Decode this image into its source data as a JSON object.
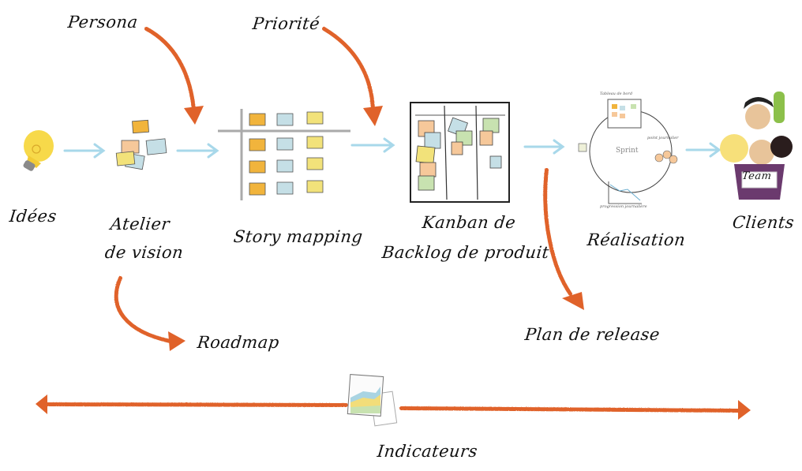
{
  "diagram": {
    "stages": [
      {
        "id": "idees",
        "label": "Idées",
        "icon": "lightbulb-icon"
      },
      {
        "id": "atelier",
        "label_line1": "Atelier",
        "label_line2": "de vision",
        "icon": "sticky-notes-icon"
      },
      {
        "id": "story",
        "label": "Story mapping",
        "icon": "story-map-icon"
      },
      {
        "id": "kanban",
        "label_line1": "Kanban de",
        "label_line2": "Backlog de produit",
        "icon": "kanban-board-icon"
      },
      {
        "id": "realisation",
        "label": "Réalisation",
        "icon": "sprint-cycle-icon"
      },
      {
        "id": "clients",
        "label": "Clients",
        "icon": "team-bucket-icon"
      }
    ],
    "inputs": [
      {
        "label": "Persona",
        "target": "atelier"
      },
      {
        "label": "Priorité",
        "target": "story"
      }
    ],
    "outputs": [
      {
        "label": "Roadmap",
        "source": "atelier"
      },
      {
        "label": "Plan de release",
        "source": "kanban"
      }
    ],
    "sprint": {
      "center": "Sprint",
      "top": "Tableau de bord",
      "right": "point journalier",
      "bottom": "progression journalière"
    },
    "team_label": "Team",
    "indicators": {
      "label": "Indicateurs",
      "icon": "chart-document-icon"
    },
    "colors": {
      "accent_orange": "#e0622a",
      "flow_arrow_blue": "#a8d8ea",
      "sticky_yellow": "#f2e27a",
      "sticky_orange": "#f1b43c",
      "sticky_peach": "#f6c89a",
      "sticky_blue": "#c5dfe6",
      "sticky_green": "#c8e2b0",
      "team_purple": "#6b3a6e"
    }
  }
}
